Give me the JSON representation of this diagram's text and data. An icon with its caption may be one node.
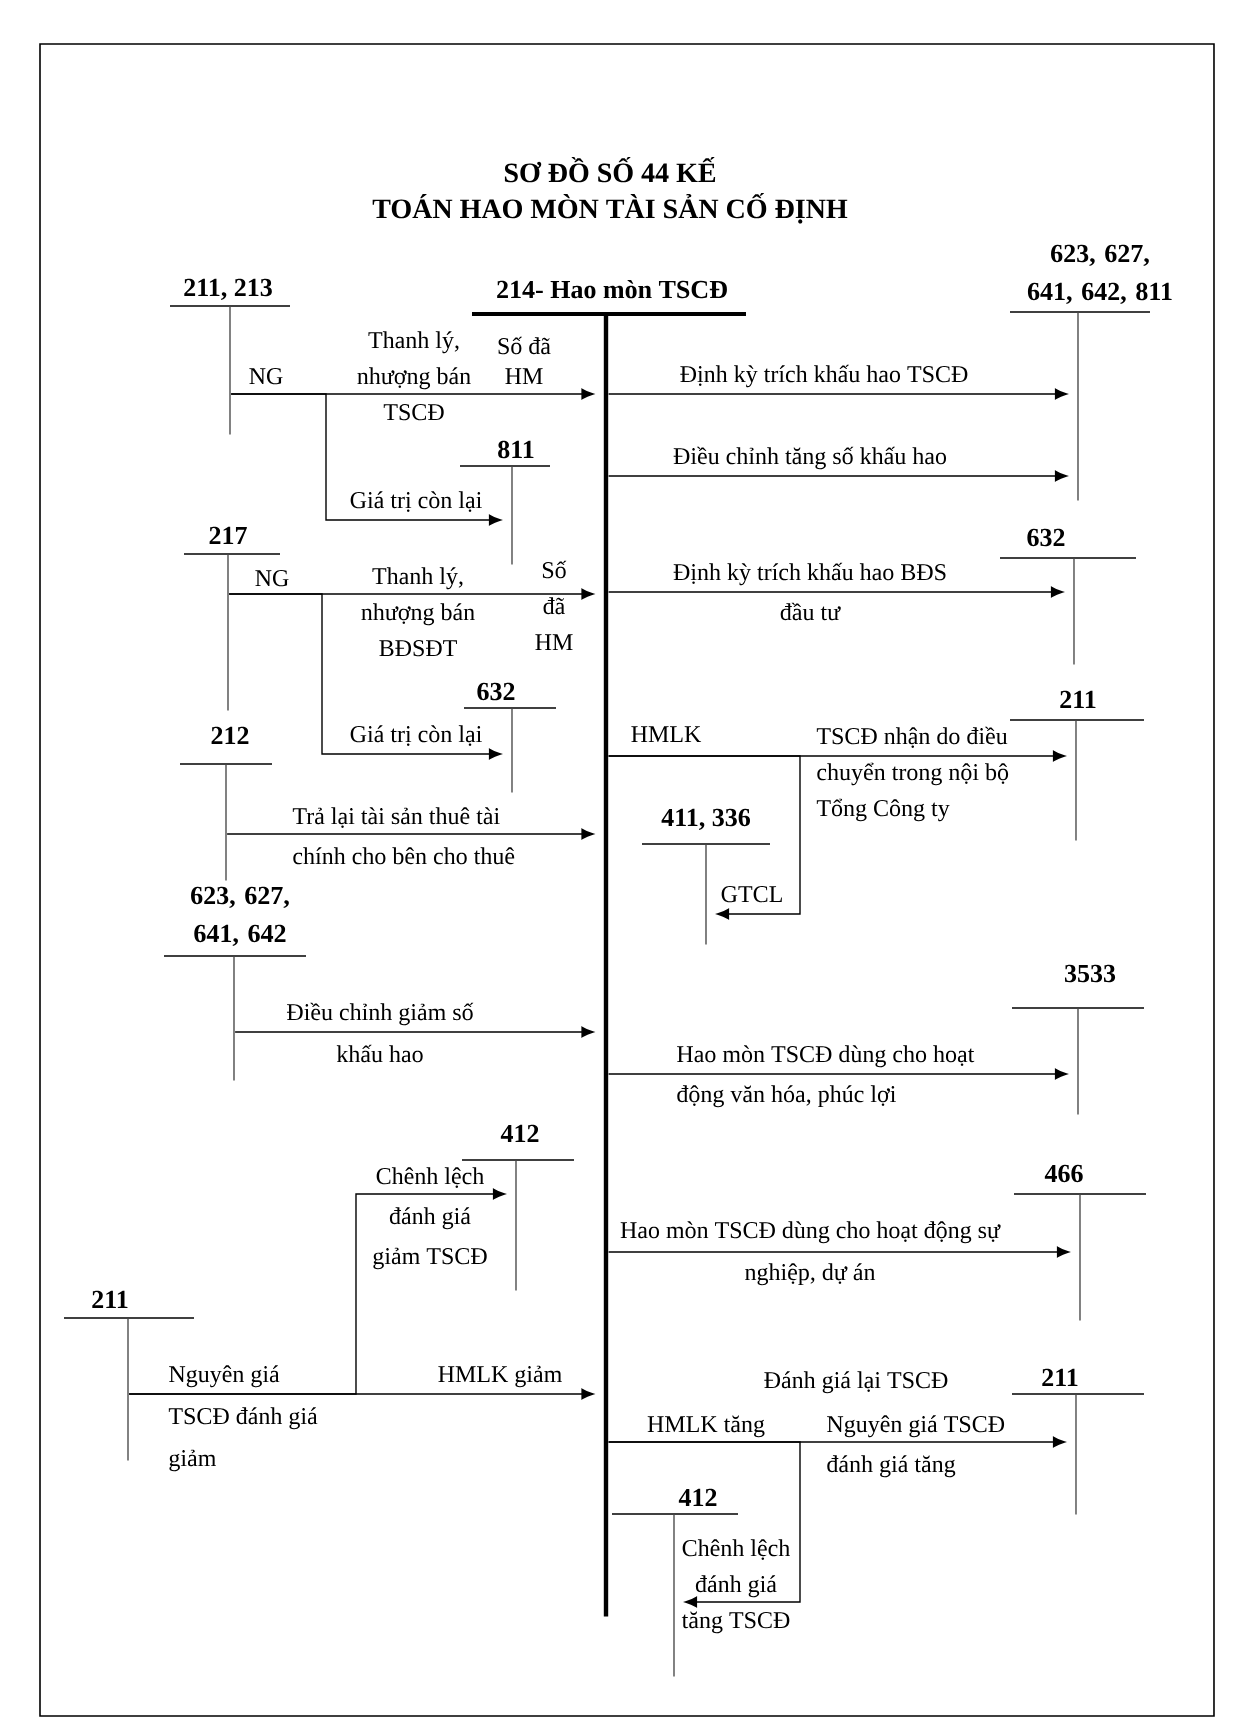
{
  "diagram": {
    "title": "SƠ ĐỒ SỐ 44 KẾ TOÁN HAO MÒN TÀI SẢN CỐ ĐỊNH",
    "nodes": [
      {
        "text": [],
        "shape": "bar",
        "beside": [
          "211, 213"
        ]
      },
      {
        "text": [],
        "shape": "bar",
        "beside": [
          "214- Hao mòn TSCĐ"
        ]
      },
      {
        "text": [],
        "shape": "bar",
        "beside": [
          "623, 627, 641, 642, 811"
        ]
      },
      {
        "text": [],
        "shape": "bar",
        "beside": [
          "811"
        ]
      },
      {
        "text": [],
        "shape": "bar",
        "beside": [
          "217"
        ]
      },
      {
        "text": [],
        "shape": "bar",
        "beside": [
          "632"
        ]
      },
      {
        "text": [],
        "shape": "bar",
        "beside": [
          "632"
        ]
      },
      {
        "text": [],
        "shape": "bar",
        "beside": [
          "211"
        ]
      },
      {
        "text": [],
        "shape": "bar",
        "beside": [
          "212"
        ]
      },
      {
        "text": [],
        "shape": "bar",
        "beside": [
          "411, 336"
        ]
      },
      {
        "text": [],
        "shape": "bar",
        "beside": [
          "623, 627, 641, 642"
        ]
      },
      {
        "text": [],
        "shape": "bar",
        "beside": [
          "3533"
        ]
      },
      {
        "text": [],
        "shape": "bar",
        "beside": [
          "412"
        ]
      },
      {
        "text": [],
        "shape": "bar",
        "beside": [
          "466"
        ]
      },
      {
        "text": [],
        "shape": "bar",
        "beside": [
          "211"
        ]
      },
      {
        "text": [],
        "shape": "bar",
        "beside": [
          "211"
        ]
      },
      {
        "text": [],
        "shape": "bar",
        "beside": [
          "412"
        ]
      }
    ],
    "edges": [
      {
        "from": 0,
        "to": 1,
        "arrow": "to",
        "label": "Số đã HM"
      },
      {
        "from": 0,
        "to": 3,
        "arrow": "to",
        "label": "Giá trị còn lại"
      },
      {
        "from": 1,
        "to": 2,
        "arrow": "to",
        "label": "Định kỳ trích khấu hao TSCĐ"
      },
      {
        "from": 1,
        "to": 2,
        "arrow": "to",
        "label": "Điều chỉnh tăng số khấu hao"
      },
      {
        "from": 4,
        "to": 1,
        "arrow": "to",
        "label": "Số đã HM"
      },
      {
        "from": 4,
        "to": 6,
        "arrow": "to",
        "label": "Giá trị còn lại"
      },
      {
        "from": 1,
        "to": 5,
        "arrow": "to",
        "label": "Định kỳ trích khấu hao BĐS đầu tư"
      },
      {
        "from": 1,
        "to": 7,
        "arrow": "to",
        "label": "TSCĐ nhận do điều chuyển trong nội bộ Tổng Công ty"
      },
      {
        "from": 1,
        "to": 9,
        "arrow": "to",
        "label": "GTCL"
      },
      {
        "from": 8,
        "to": 1,
        "arrow": "to",
        "label": "Trả lại tài sản thuê tài chính cho bên cho thuê"
      },
      {
        "from": 10,
        "to": 1,
        "arrow": "to",
        "label": "Điều chỉnh giảm số khấu hao"
      },
      {
        "from": 1,
        "to": 11,
        "arrow": "to",
        "label": "Hao mòn TSCĐ dùng cho hoạt động văn hóa, phúc lợi"
      },
      {
        "from": 14,
        "to": 1,
        "arrow": "to",
        "label": "HMLK giảm"
      },
      {
        "from": 14,
        "to": 12,
        "arrow": "to",
        "label": "Chênh lệch đánh giá giảm TSCĐ"
      },
      {
        "from": 1,
        "to": 13,
        "arrow": "to",
        "label": "Hao mòn TSCĐ dùng cho hoạt động sự nghiệp,  dự án"
      },
      {
        "from": 1,
        "to": 15,
        "arrow": "to",
        "label": "Nguyên giá TSCĐ đánh giá tăng"
      },
      {
        "from": 1,
        "to": 16,
        "arrow": "to",
        "label": "Chênh lệch đánh giá tăng TSCĐ"
      }
    ],
    "labels": [
      "NG",
      "Thanh lý, nhượng bán TSCĐ",
      "NG",
      "Thanh lý, nhượng bán BĐSĐT",
      "HMLK",
      "Nguyên giá TSCĐ đánh giá giảm",
      "Đánh giá lại TSCĐ",
      "HMLK tăng"
    ]
  }
}
